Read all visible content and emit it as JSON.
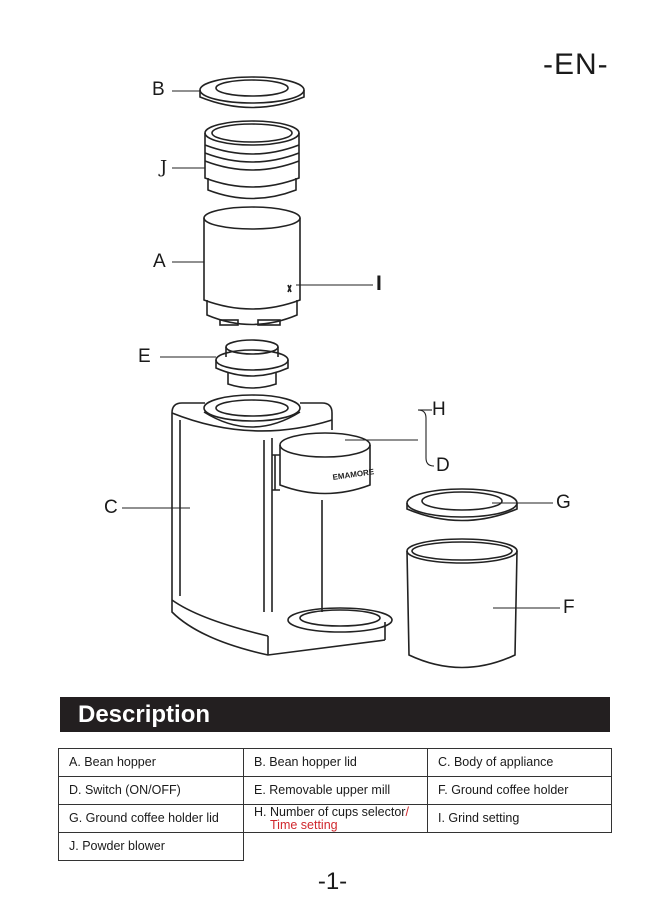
{
  "header": {
    "language": "-EN-"
  },
  "labels": {
    "A": "A",
    "B": "B",
    "C": "C",
    "D": "D",
    "E": "E",
    "F": "F",
    "G": "G",
    "H": "H",
    "I": "I",
    "J": "J"
  },
  "brand_mark": "EMAMORE",
  "section": {
    "title": "Description"
  },
  "parts": {
    "a": "A.  Bean hopper",
    "b": "B.  Bean  hopper lid",
    "c": "C.  Body of appliance",
    "d": "D.  Switch  (ON/OFF)",
    "e": "E. Removable upper mill",
    "f": "F.  Ground  coffee  holder",
    "g": "G.  Ground  coffee  holder  lid",
    "h_main": "H. Number of cups selector",
    "h_slash": "/",
    "h_second": "Time setting",
    "i": "I.  Grind  setting",
    "j": "J. Powder blower"
  },
  "footer": {
    "page_number": "-1-"
  },
  "colors": {
    "banner": "#231f20",
    "accent_red": "#d0282e"
  }
}
